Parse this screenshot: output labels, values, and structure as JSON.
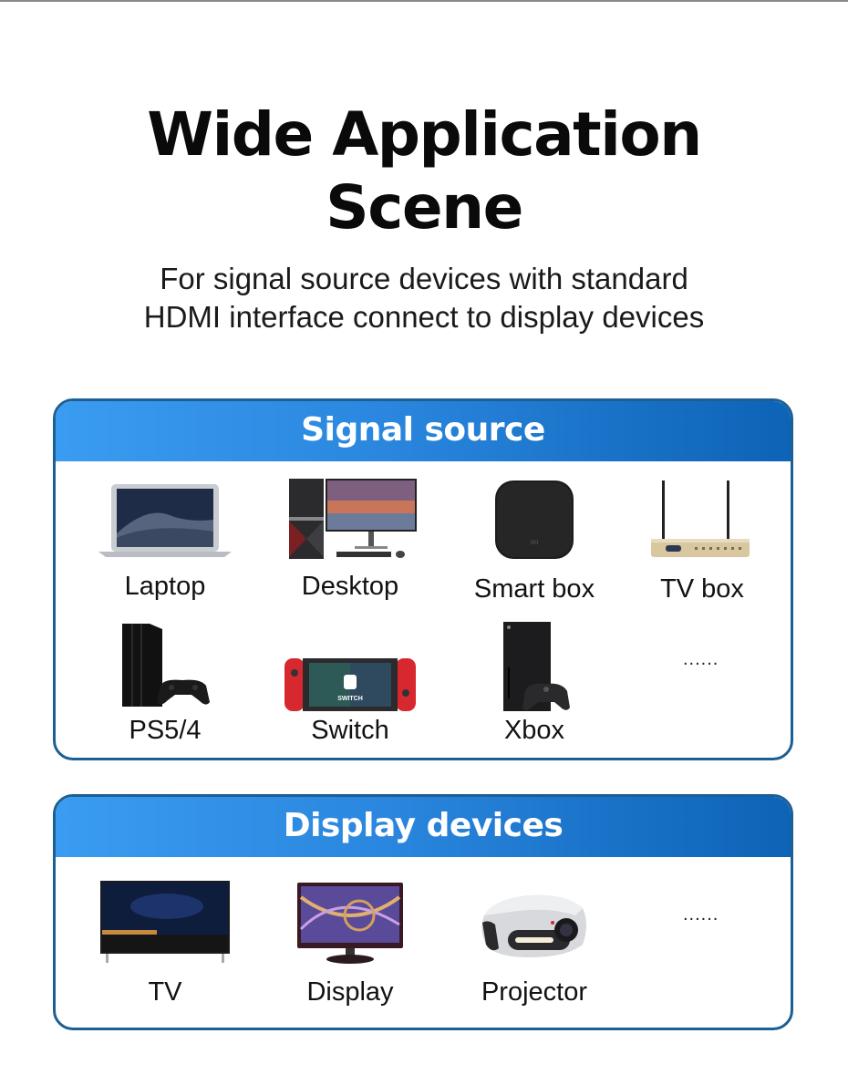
{
  "header": {
    "title_line1": "Wide Application",
    "title_line2": "Scene",
    "subtitle_line1": "For signal source devices with standard",
    "subtitle_line2": "HDMI interface connect to display devices"
  },
  "colors": {
    "header_gradient_start": "#3a9cf0",
    "header_gradient_end": "#0d63b6",
    "card_border": "#1b5f94"
  },
  "signal_source": {
    "heading": "Signal source",
    "items": [
      {
        "label": "Laptop",
        "icon": "laptop-icon"
      },
      {
        "label": "Desktop",
        "icon": "desktop-computer-icon"
      },
      {
        "label": "Smart box",
        "icon": "smart-box-icon"
      },
      {
        "label": "TV box",
        "icon": "tv-box-router-icon"
      },
      {
        "label": "PS5/4",
        "icon": "playstation-icon"
      },
      {
        "label": "Switch",
        "icon": "nintendo-switch-icon"
      },
      {
        "label": "Xbox",
        "icon": "xbox-icon"
      }
    ],
    "more": "......"
  },
  "display_devices": {
    "heading": "Display devices",
    "items": [
      {
        "label": "TV",
        "icon": "tv-icon"
      },
      {
        "label": "Display",
        "icon": "monitor-icon"
      },
      {
        "label": "Projector",
        "icon": "projector-icon"
      }
    ],
    "more": "......"
  }
}
